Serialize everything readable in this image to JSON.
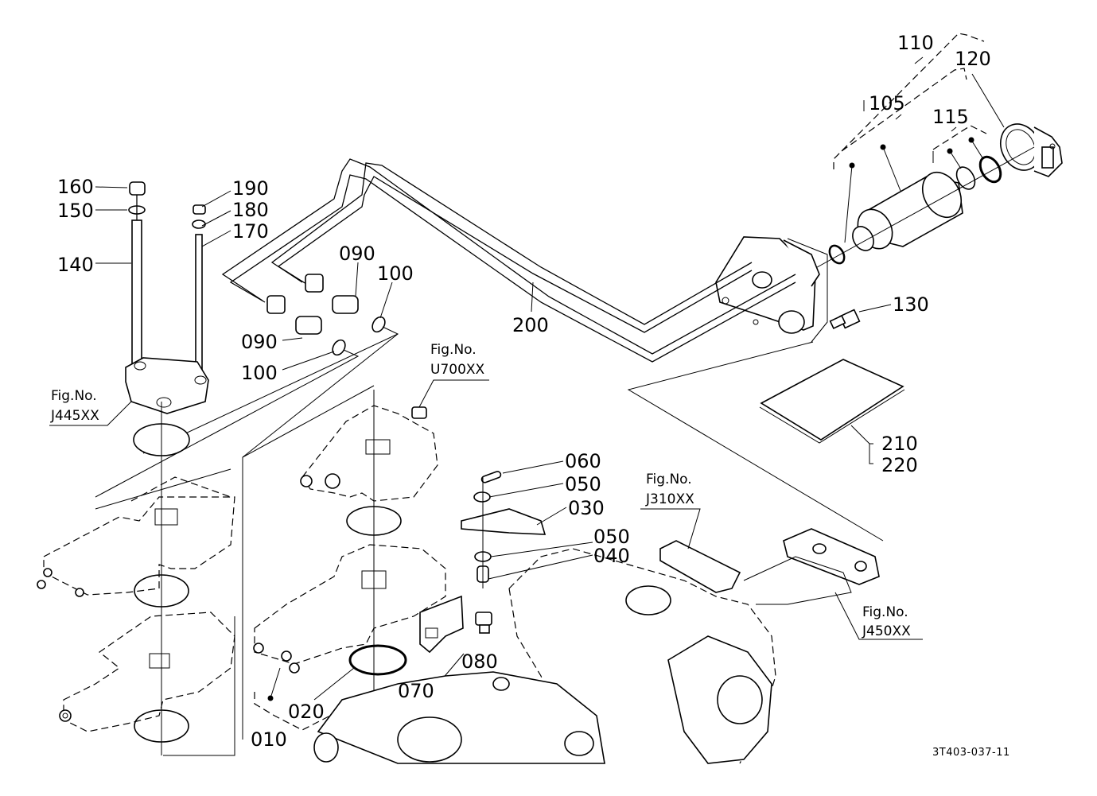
{
  "diagram": {
    "drawing_code": "3T403-037-11",
    "part_labels": {
      "p010": "010",
      "p020": "020",
      "p030": "030",
      "p040": "040",
      "p050a": "050",
      "p050b": "050",
      "p060": "060",
      "p070": "070",
      "p080": "080",
      "p090a": "090",
      "p090b": "090",
      "p100a": "100",
      "p100b": "100",
      "p105": "105",
      "p110": "110",
      "p115": "115",
      "p120": "120",
      "p130": "130",
      "p140": "140",
      "p150": "150",
      "p160": "160",
      "p170": "170",
      "p180": "180",
      "p190": "190",
      "p200": "200",
      "p210": "210",
      "p220": "220"
    },
    "figure_refs": [
      {
        "prefix": "Fig.No.",
        "code": "J445XX"
      },
      {
        "prefix": "Fig.No.",
        "code": "U700XX"
      },
      {
        "prefix": "Fig.No.",
        "code": "J310XX"
      },
      {
        "prefix": "Fig.No.",
        "code": "J450XX"
      }
    ]
  }
}
